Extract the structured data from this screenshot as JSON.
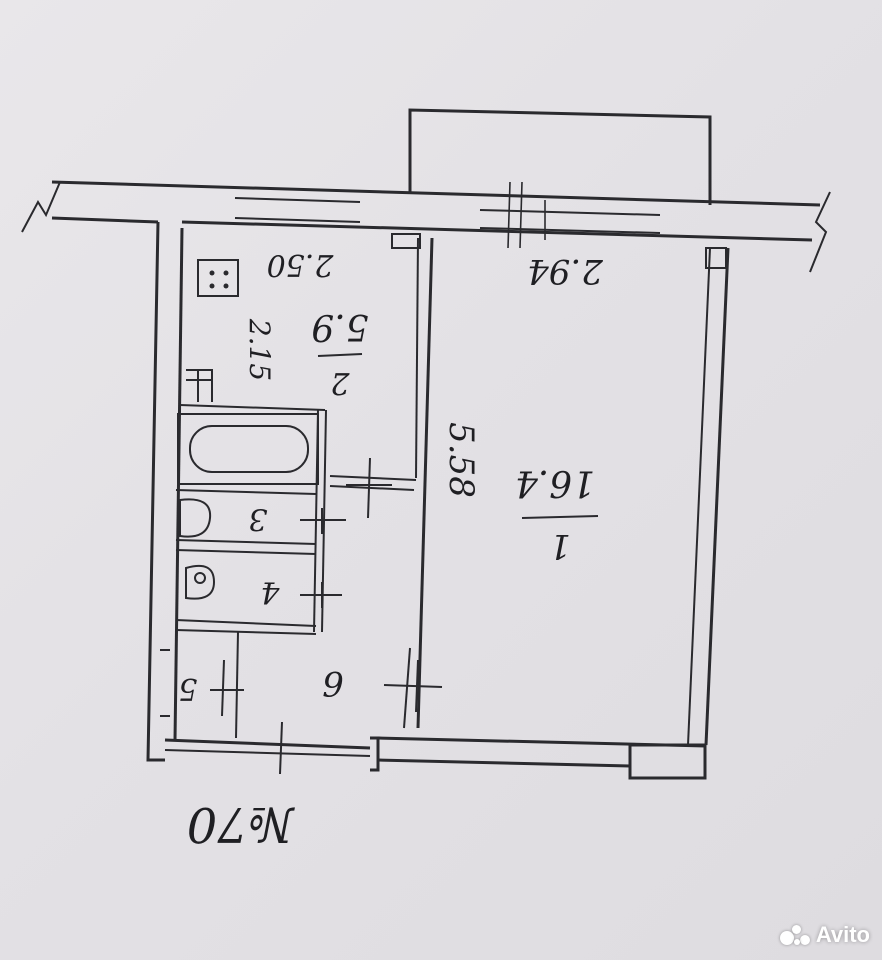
{
  "labels": {
    "kitchen_height": "2.50",
    "kitchen_num": "2",
    "kitchen_area": "5.9",
    "kitchen_dim": "2.15",
    "room_width": "2.94",
    "room_length": "5.58",
    "room_num": "1",
    "room_area": "16.4",
    "bath_num": "3",
    "wc_num": "4",
    "closet_num": "5",
    "hall_num": "6",
    "plan_number": "№70"
  },
  "watermark": {
    "text": "Avito",
    "brand_colors": [
      "#97cf26",
      "#a169f7",
      "#ff6163",
      "#00aaff"
    ]
  }
}
